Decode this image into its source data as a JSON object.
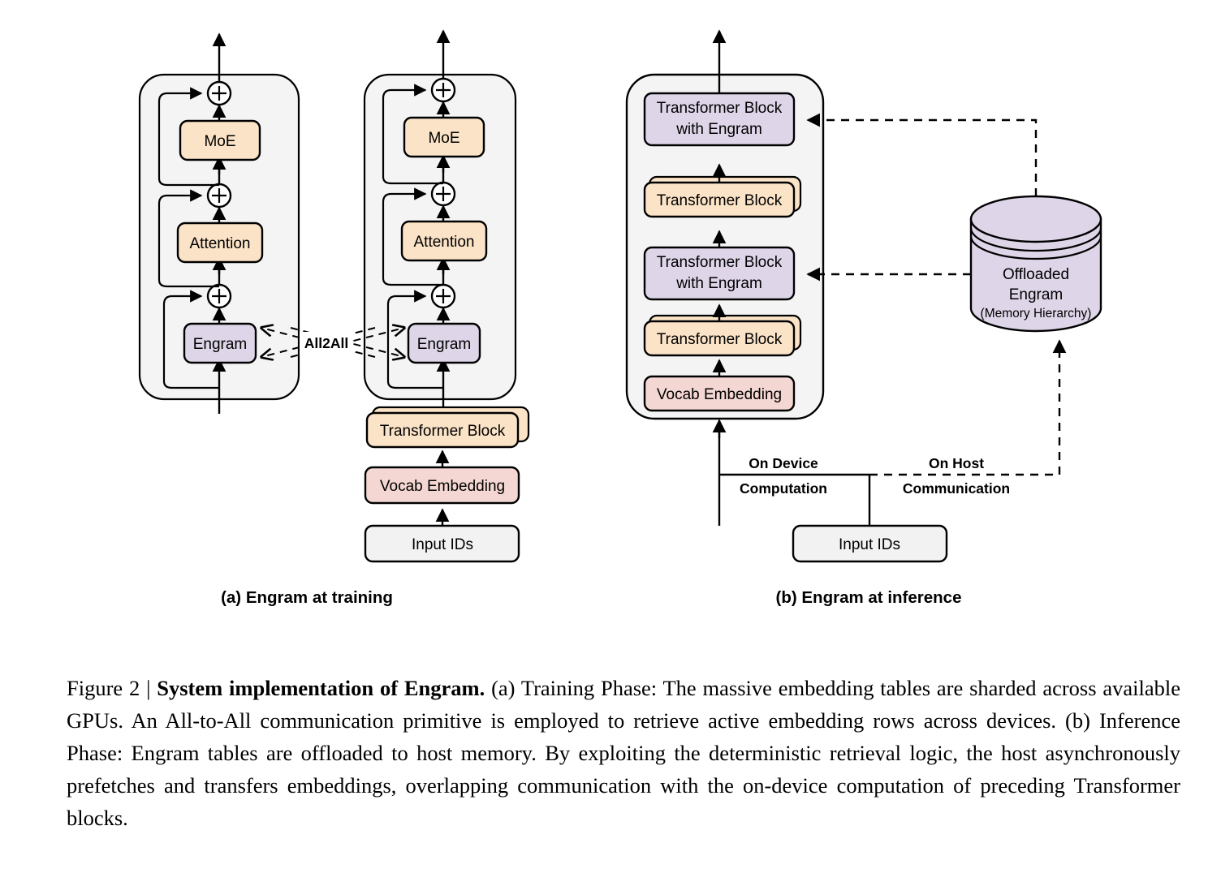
{
  "figure": {
    "label": "Figure 2",
    "separator": "|",
    "bold_title": "System implementation of Engram.",
    "caption_body": " (a) Training Phase: The massive embedding tables are sharded across available GPUs. An All-to-All communication primitive is employed to retrieve active embedding rows across devices. (b) Inference Phase: Engram tables are offloaded to host memory. By exploiting the deterministic retrieval logic, the host asynchronously prefetches and transfers embeddings, overlapping communication with the on-device computation of preceding Transformer blocks."
  },
  "panel_a": {
    "subcaption": "(a) Engram at training",
    "gpu_left": {
      "moe": "MoE",
      "attention": "Attention",
      "engram": "Engram"
    },
    "gpu_right": {
      "moe": "MoE",
      "attention": "Attention",
      "engram": "Engram"
    },
    "all2all_label": "All2All",
    "transformer_block": "Transformer Block",
    "vocab_embedding": "Vocab Embedding",
    "input_ids": "Input IDs"
  },
  "panel_b": {
    "subcaption": "(b) Engram at inference",
    "stack": [
      "Transformer Block with Engram",
      "Transformer Block",
      "Transformer Block with Engram",
      "Transformer Block",
      "Vocab Embedding"
    ],
    "block_top_line1": "Transformer Block",
    "block_top_line2": "with Engram",
    "block_mid_line1": "Transformer Block",
    "block_mid_line2": "with Engram",
    "transformer_block": "Transformer Block",
    "vocab_embedding": "Vocab Embedding",
    "input_ids": "Input IDs",
    "cylinder": {
      "line1": "Offloaded",
      "line2": "Engram",
      "line3": "(Memory Hierarchy)"
    },
    "legend": {
      "on_device": "On Device",
      "computation": "Computation",
      "on_host": "On Host",
      "communication": "Communication"
    }
  },
  "colors": {
    "container_fill": "#f4f4f4",
    "orange_fill": "#fbe3c7",
    "purple_fill": "#ded5e8",
    "pink_fill": "#f4d7d2",
    "grey_fill": "#f2f2f2",
    "stroke": "#000000"
  }
}
